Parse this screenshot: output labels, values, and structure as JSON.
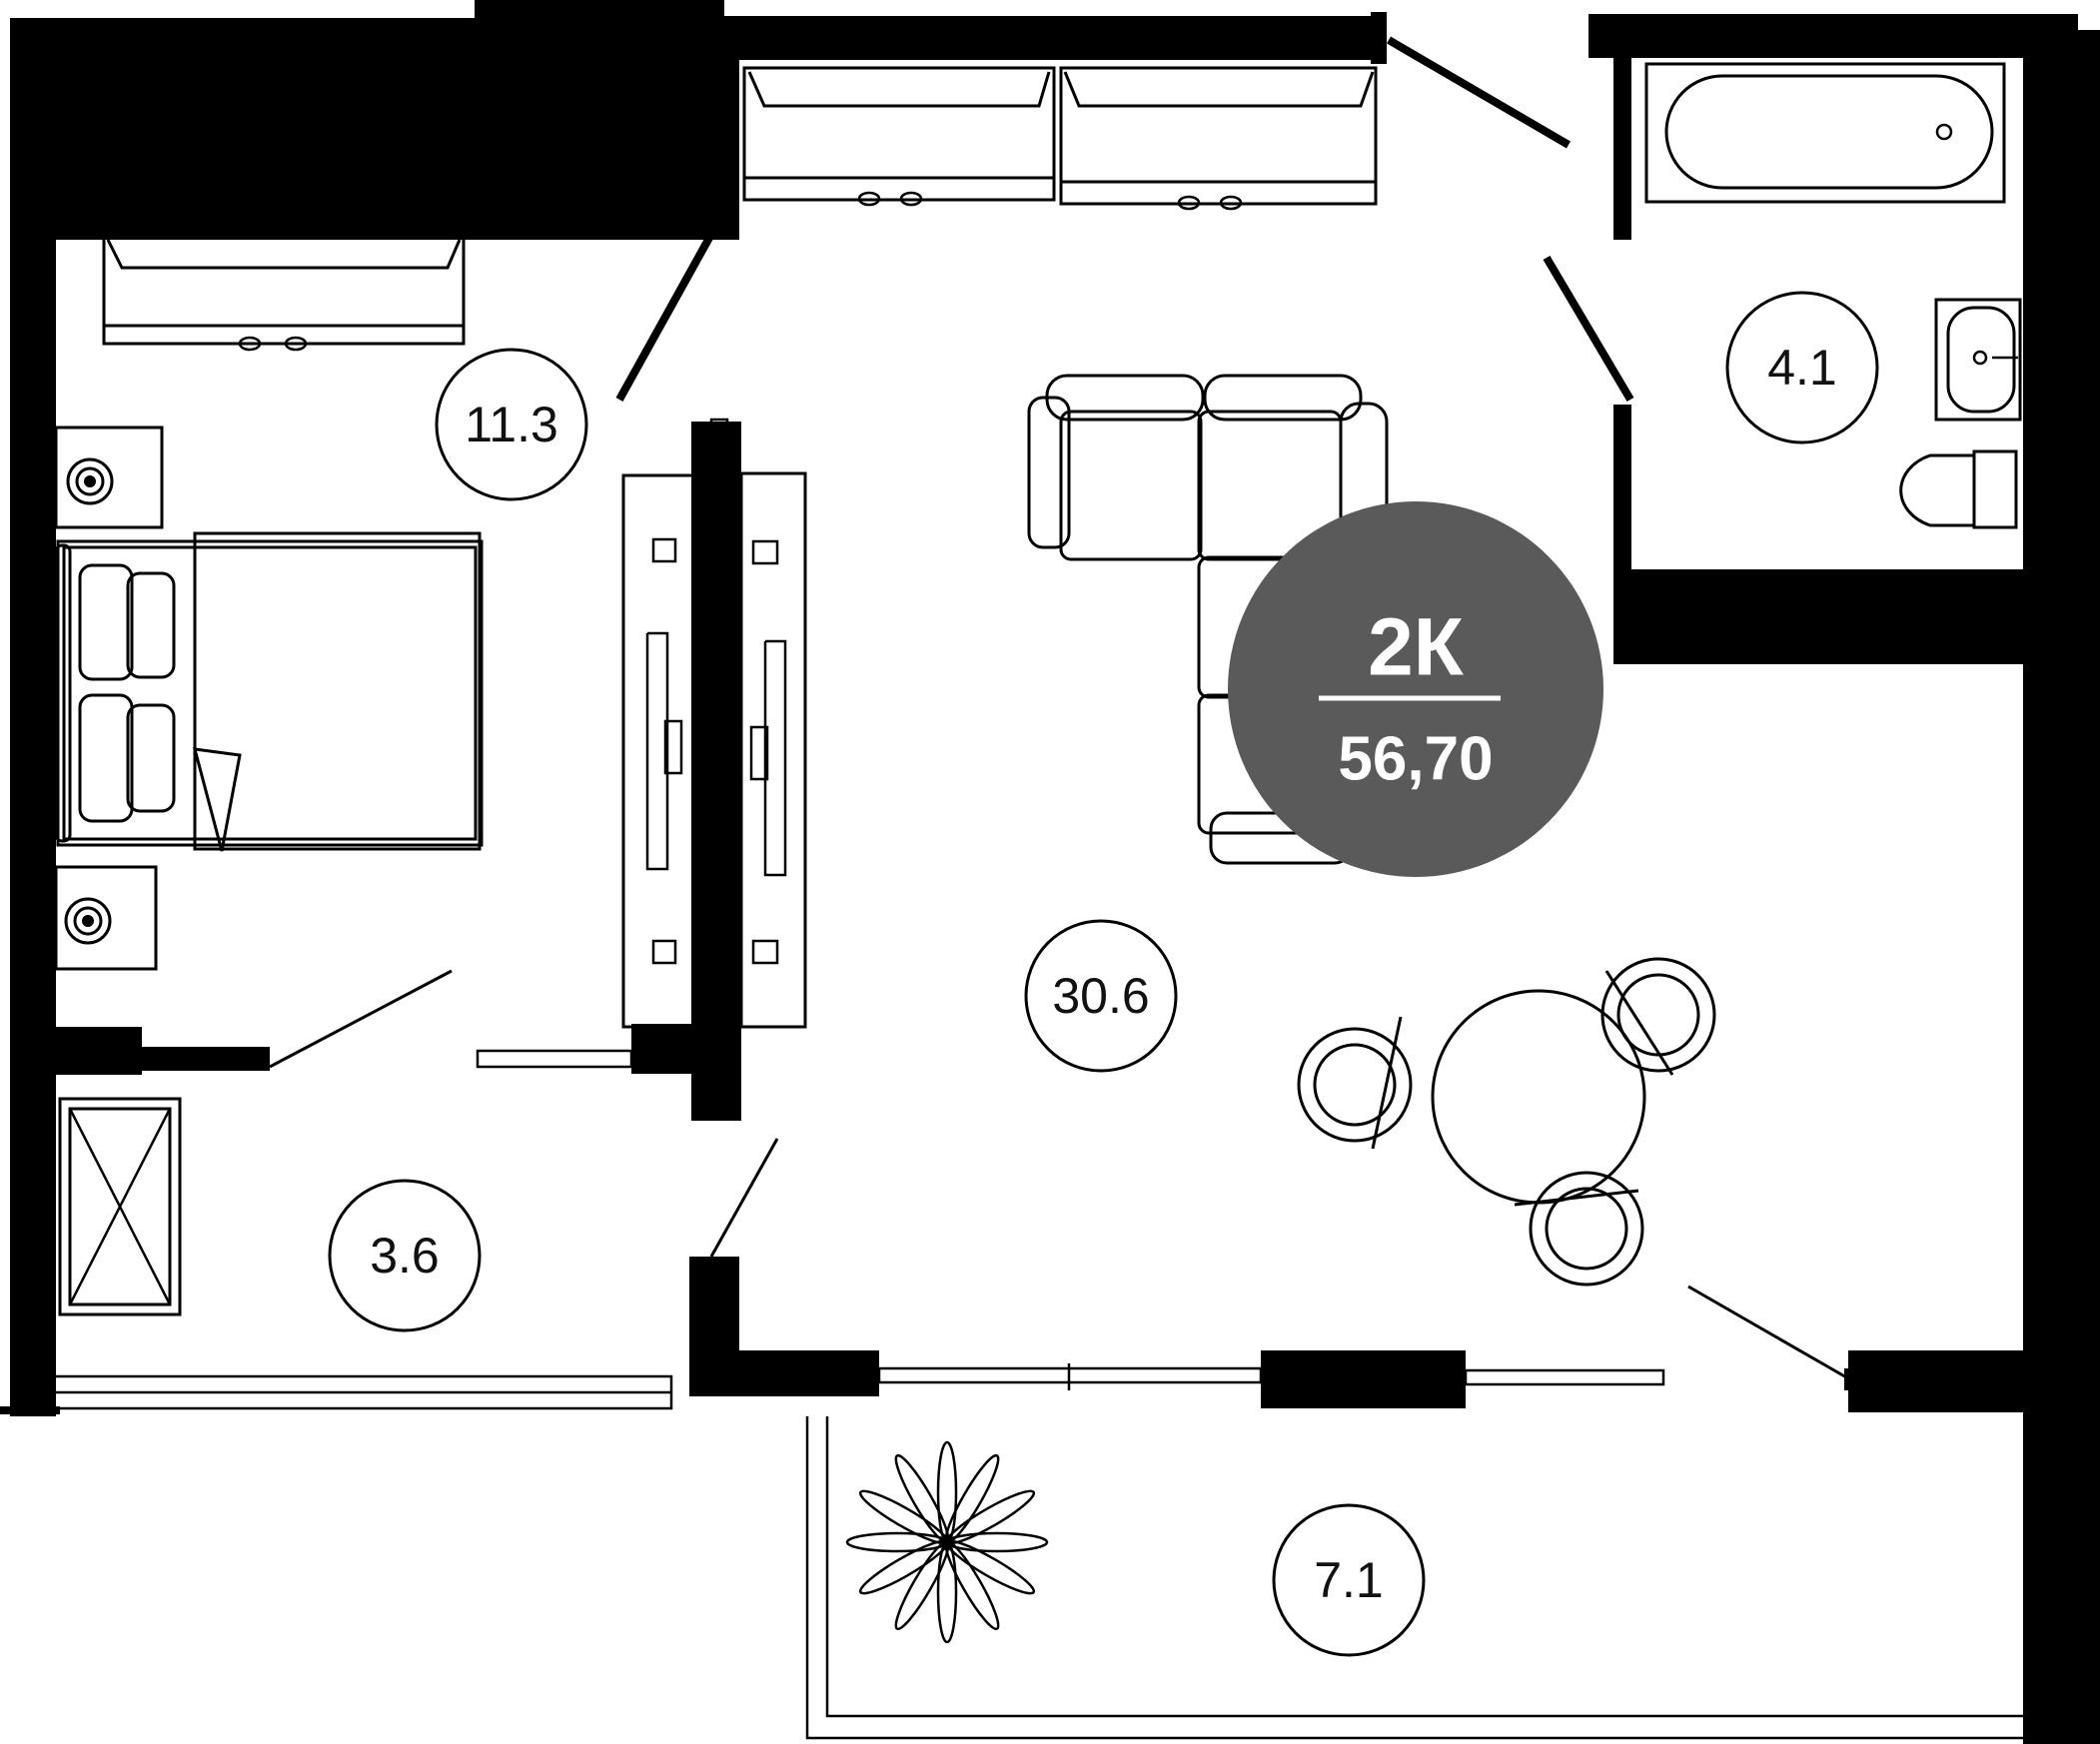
{
  "colors": {
    "wall": "#000000",
    "background": "#ffffff",
    "badge_fill": "#5a5a5a",
    "badge_text": "#ffffff"
  },
  "badge": {
    "type": "2К",
    "area": "56,70"
  },
  "rooms": [
    {
      "id": "bedroom",
      "label": "11.3"
    },
    {
      "id": "bathroom",
      "label": "4.1"
    },
    {
      "id": "living",
      "label": "30.6"
    },
    {
      "id": "hall",
      "label": "3.6"
    },
    {
      "id": "balcony",
      "label": "7.1"
    }
  ],
  "icons": [
    "bed-icon",
    "nightstand-icon",
    "wardrobe-icon",
    "sofa-icon",
    "dining-table-icon",
    "chair-icon",
    "bathtub-icon",
    "sink-icon",
    "toilet-icon",
    "plant-icon",
    "door-icon",
    "window-icon",
    "shaft-icon"
  ]
}
